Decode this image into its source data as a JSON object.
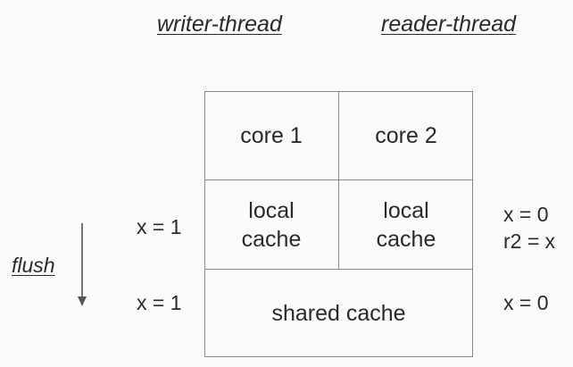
{
  "headers": {
    "writer": "writer-thread",
    "reader": "reader-thread"
  },
  "cells": {
    "core1": "core 1",
    "core2": "core 2",
    "local_cache_left": [
      "local",
      "cache"
    ],
    "local_cache_right": [
      "local",
      "cache"
    ],
    "shared_cache": "shared cache"
  },
  "writer_values": {
    "local": "x = 1",
    "shared": "x = 1"
  },
  "reader_values": {
    "local": [
      "x = 0",
      "r2 = x"
    ],
    "shared": "x = 0"
  },
  "flush": {
    "label": "flush"
  },
  "colors": {
    "background": "#fbfbfb",
    "lines": "#8a8a8a",
    "text": "#2a2a2a"
  }
}
